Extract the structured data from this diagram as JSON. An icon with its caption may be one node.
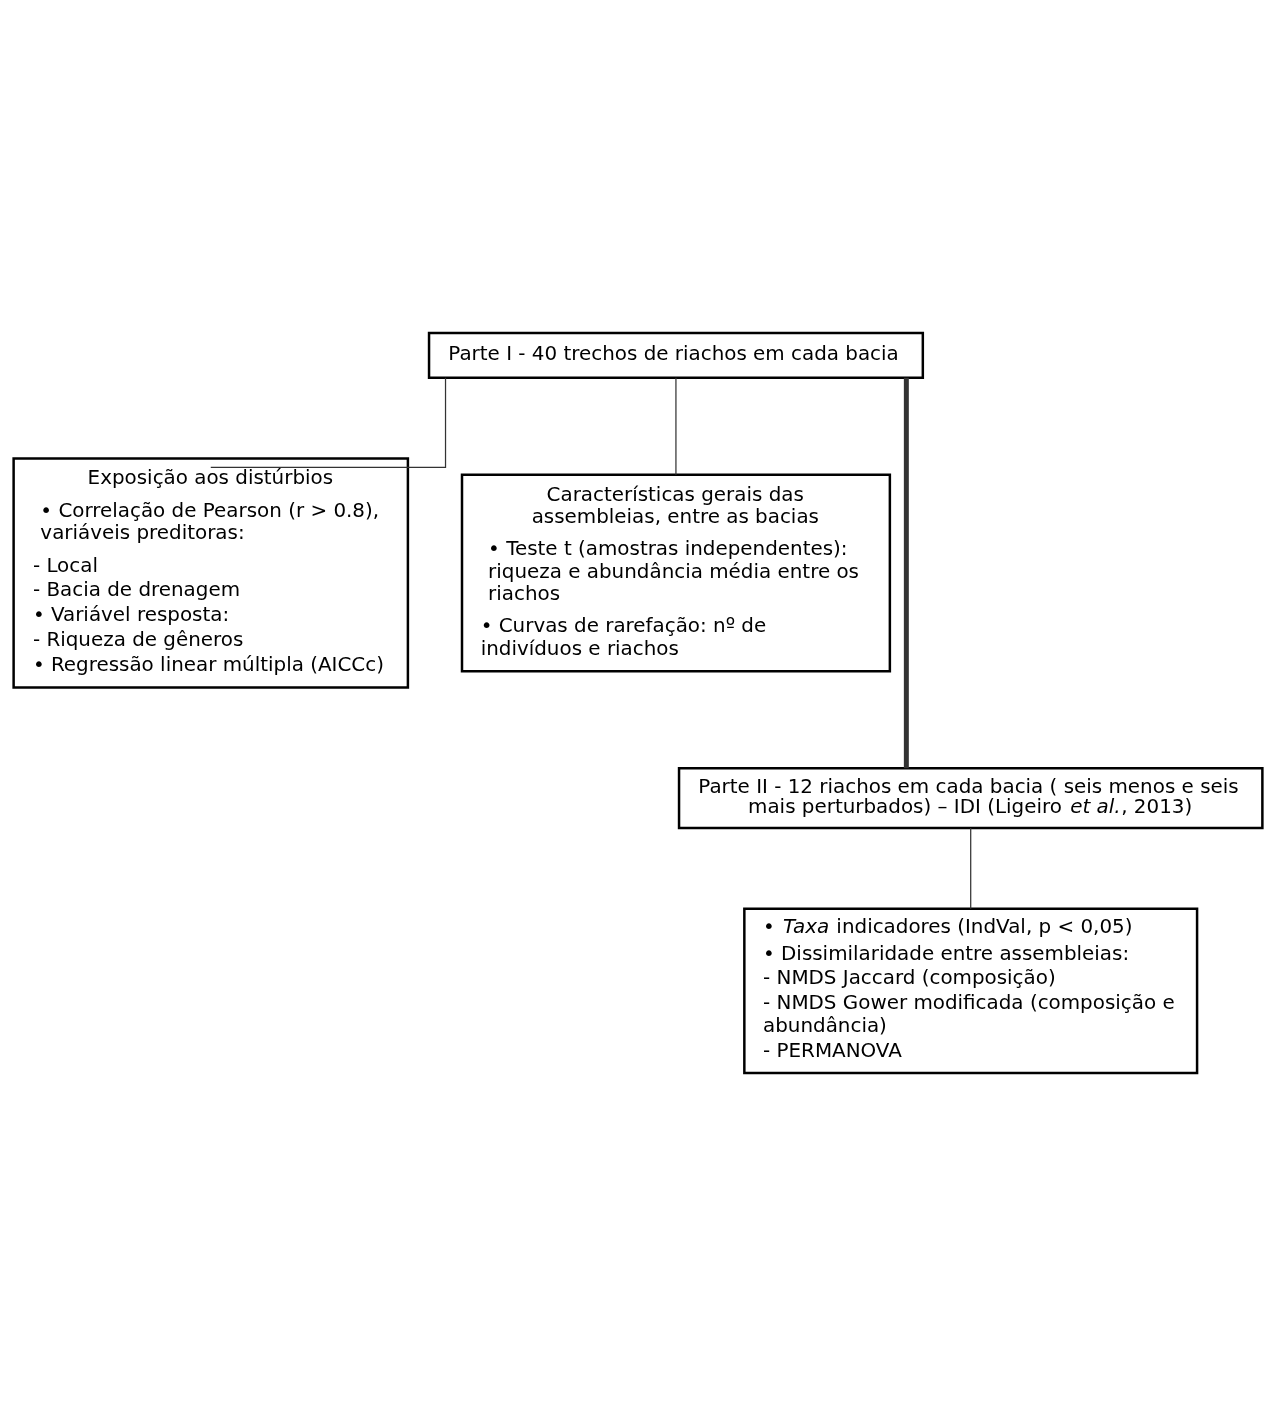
{
  "diagram": {
    "nodes": [
      {
        "text": [
          "Parte I - 40 trechos de riachos em cada bacia"
        ]
      },
      {
        "text": [
          "Exposição aos distúrbios",
          "• Correlação de Pearson (r > 0.8), variáveis preditoras:",
          "- Local",
          "- Bacia de drenagem",
          "• Variável resposta:",
          "- Riqueza de gêneros",
          "• Regressão linear múltipla (AICCc)"
        ]
      },
      {
        "text": [
          "Características gerais das assembleias, entre as bacias",
          "• Teste t (amostras independentes): riqueza e abundância média entre os riachos",
          "• Curvas de rarefação: nº de indivíduos e riachos"
        ]
      },
      {
        "text": [
          "Parte II - 12 riachos em cada bacia ( seis menos e seis mais perturbados) – IDI (Ligeiro *et al.*, 2013)"
        ]
      },
      {
        "text": [
          "• *Taxa* indicadores (IndVal, p < 0,05)",
          "• Dissimilaridade entre assembleias:",
          "- NMDS Jaccard (composição)",
          "- NMDS Gower modificada (composição e abundância)",
          "- PERMANOVA"
        ]
      }
    ],
    "edges": [
      {
        "from": 0,
        "to": 1,
        "arrow": "none"
      },
      {
        "from": 0,
        "to": 2,
        "arrow": "none"
      },
      {
        "from": 0,
        "to": 3,
        "arrow": "none",
        "style": "thick"
      },
      {
        "from": 3,
        "to": 4,
        "arrow": "none"
      }
    ]
  }
}
